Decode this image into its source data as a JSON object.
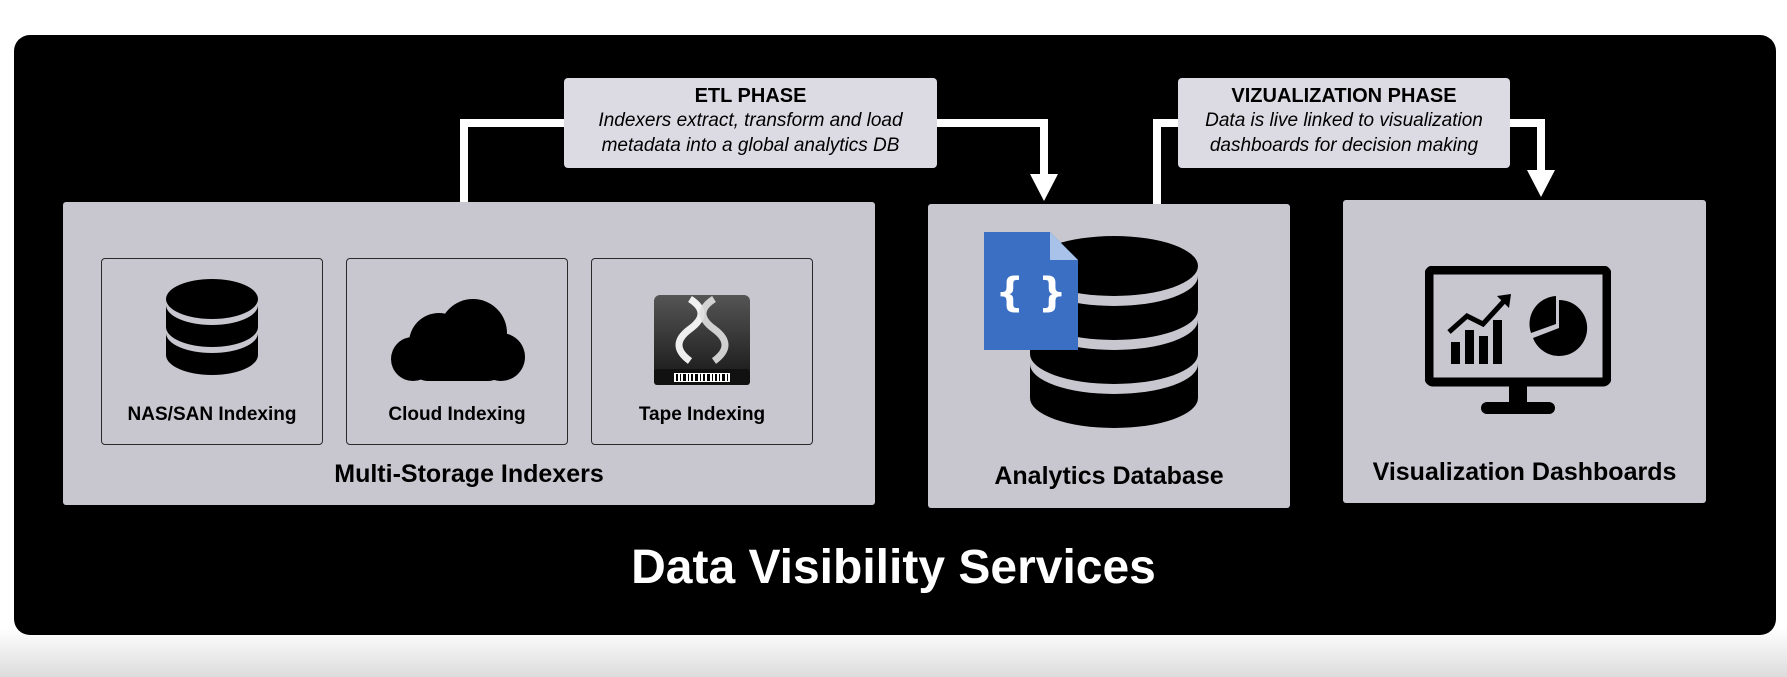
{
  "etl_phase": {
    "title": "ETL PHASE",
    "line1": "Indexers extract, transform and load",
    "line2": "metadata into a global analytics DB"
  },
  "viz_phase": {
    "title": "VIZUALIZATION PHASE",
    "line1": "Data is live linked to visualization",
    "line2": "dashboards for decision making"
  },
  "indexers": {
    "label": "Multi-Storage Indexers",
    "items": [
      {
        "label": "NAS/SAN Indexing",
        "icon": "database-icon"
      },
      {
        "label": "Cloud Indexing",
        "icon": "cloud-icon"
      },
      {
        "label": "Tape Indexing",
        "icon": "tape-drive-icon"
      }
    ]
  },
  "analytics_db": {
    "label": "Analytics Database",
    "file_glyph": "{ }"
  },
  "dashboards": {
    "label": "Visualization Dashboards"
  },
  "title": "Data Visibility Services",
  "colors": {
    "panel": "#000000",
    "box": "#c8c7d0",
    "phase_box": "#dcdbe4",
    "json_file": "#3b6fc4"
  }
}
